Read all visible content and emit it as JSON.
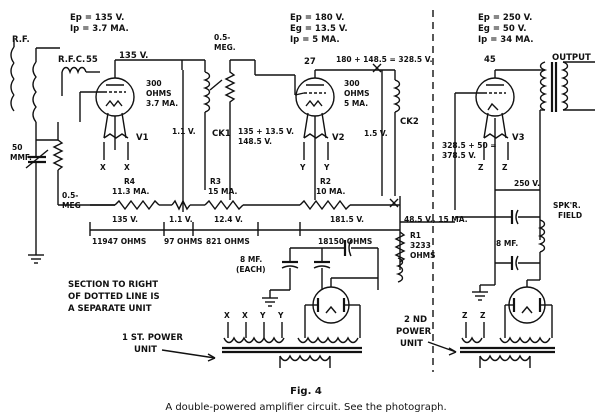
{
  "specs": {
    "v1": [
      "Ep = 135 V.",
      "Ip = 3.7 MA."
    ],
    "v2": [
      "Ep = 180 V.",
      "Eg = 13.5 V.",
      "Ip = 5 MA."
    ],
    "v3": [
      "Ep = 250 V.",
      "Eg = 50 V.",
      "Ip = 34 MA."
    ]
  },
  "tubes": {
    "t55": "55",
    "t27": "27",
    "t45": "45"
  },
  "tube_labels": {
    "v1": "V1",
    "v2": "V2",
    "v3": "V3"
  },
  "labels": {
    "rf": "R.F.",
    "rfc": "R.F.C.",
    "volt135": "135 V.",
    "r300a": [
      "300",
      "OHMS",
      "3.7 MA."
    ],
    "meg05": [
      "0.5-",
      "MEG."
    ],
    "ck1": "CK1",
    "v11": "1.1 V.",
    "sum1": [
      "135 + 13.5 V.",
      "148.5 V."
    ],
    "sum2": "180 + 148.5 = 328.5 V.",
    "r300b": [
      "300",
      "OHMS",
      "5 MA."
    ],
    "ck2": "CK2",
    "v15": "1.5 V.",
    "sum3": [
      "328.5 + 50 =",
      "378.5 V."
    ],
    "output": "OUTPUT",
    "mmf50": [
      "50",
      "MMF."
    ],
    "meg05b": [
      "0.5-",
      "MEG"
    ],
    "r4": [
      "R4",
      "11.3 MA."
    ],
    "r3": [
      "R3",
      "15 MA."
    ],
    "r2": [
      "R2",
      "10 MA."
    ],
    "v250": "250 V.",
    "spkr": [
      "SPK'R.",
      "FIELD"
    ],
    "d135": "135 V.",
    "d1947": "11947 OHMS",
    "d11": "1.1 V.",
    "d97": "97 OHMS",
    "d124": "12.4 V.",
    "d821": "821 OHMS",
    "d1815": "181.5 V.",
    "d18150": "18150 OHMS",
    "d485": "48.5 V., 15 MA.",
    "r1": [
      "R1",
      "3233",
      "OHMS"
    ],
    "mf8a": [
      "8 MF.",
      "(EACH)"
    ],
    "mf8b": "8 MF.",
    "section": [
      "SECTION TO RIGHT",
      "OF DOTTED LINE IS",
      "A SEPARATE UNIT"
    ],
    "pu1": [
      "1 ST. POWER",
      "UNIT"
    ],
    "pu2": [
      "2 ND",
      "POWER",
      "UNIT"
    ],
    "xx_v1": [
      "X",
      "X"
    ],
    "yy_v2": [
      "Y",
      "Y"
    ],
    "zz_v3": [
      "Z",
      "Z"
    ],
    "term1": [
      "X",
      "X",
      "Y",
      "Y"
    ],
    "term2": [
      "Z",
      "Z"
    ]
  },
  "caption": {
    "fig": "Fig. 4",
    "text": "A double-powered amplifier circuit.  See the photograph."
  }
}
